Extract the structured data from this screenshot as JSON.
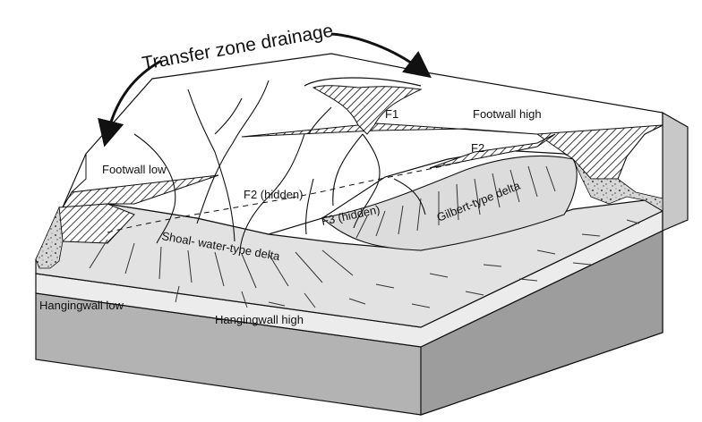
{
  "diagram": {
    "title": "Transfer zone drainage",
    "labels": {
      "footwall_high": "Footwall high",
      "footwall_low": "Footwall low",
      "f1": "F1",
      "f2": "F2",
      "f2_hidden": "F2 (hidden)",
      "f3_hidden": "F3 (hidden)",
      "gilbert_delta": "Gilbert-type delta",
      "shoal_delta": "Shoal- water-type delta",
      "hangingwall_low": "Hangingwall low",
      "hangingwall_high": "Hangingwall high"
    },
    "colors": {
      "block_side": "#a9a9a9",
      "block_front": "#b5b5b5",
      "basin_floor": "#e4e4e4",
      "delta_fill": "#dcdcdc",
      "footwall_surface": "#ffffff",
      "outline": "#111111"
    }
  }
}
